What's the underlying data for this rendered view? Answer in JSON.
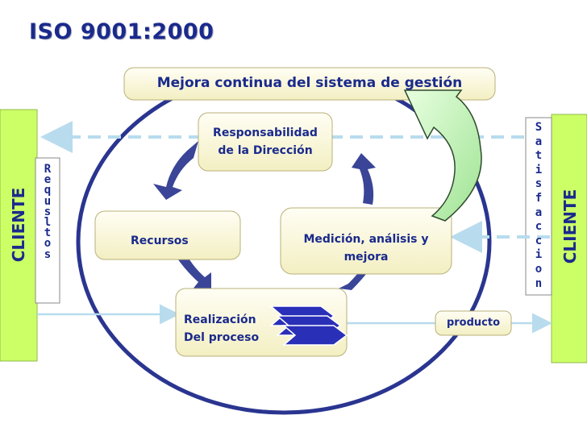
{
  "title": "ISO 9001:2000",
  "banner": "Mejora continua del sistema de gestión",
  "nodes": {
    "responsabilidad": [
      "Responsabilidad",
      "de la Dirección"
    ],
    "recursos": "Recursos",
    "medicion": [
      "Medición, análisis y",
      "mejora"
    ],
    "realizacion": [
      "Realización",
      "Del proceso"
    ],
    "producto": "producto"
  },
  "clients": {
    "left": "CLIENTE",
    "right": "CLIENTE"
  },
  "requisitos": [
    "R",
    "e",
    "q",
    "u",
    "s",
    "l",
    "t",
    "o",
    "s"
  ],
  "satisfaccion": [
    "S",
    "a",
    "t",
    "i",
    "s",
    "f",
    "a",
    "c",
    "c",
    "i",
    "o",
    "n"
  ],
  "colors": {
    "title": "#1a2a8c",
    "cycle_ring": "#2a3590",
    "cycle_arrows": "#3a4598",
    "client_bar": "#ccff66",
    "flow_lines": "#b8dcee",
    "improvement_arrow": "#bff2ad"
  }
}
